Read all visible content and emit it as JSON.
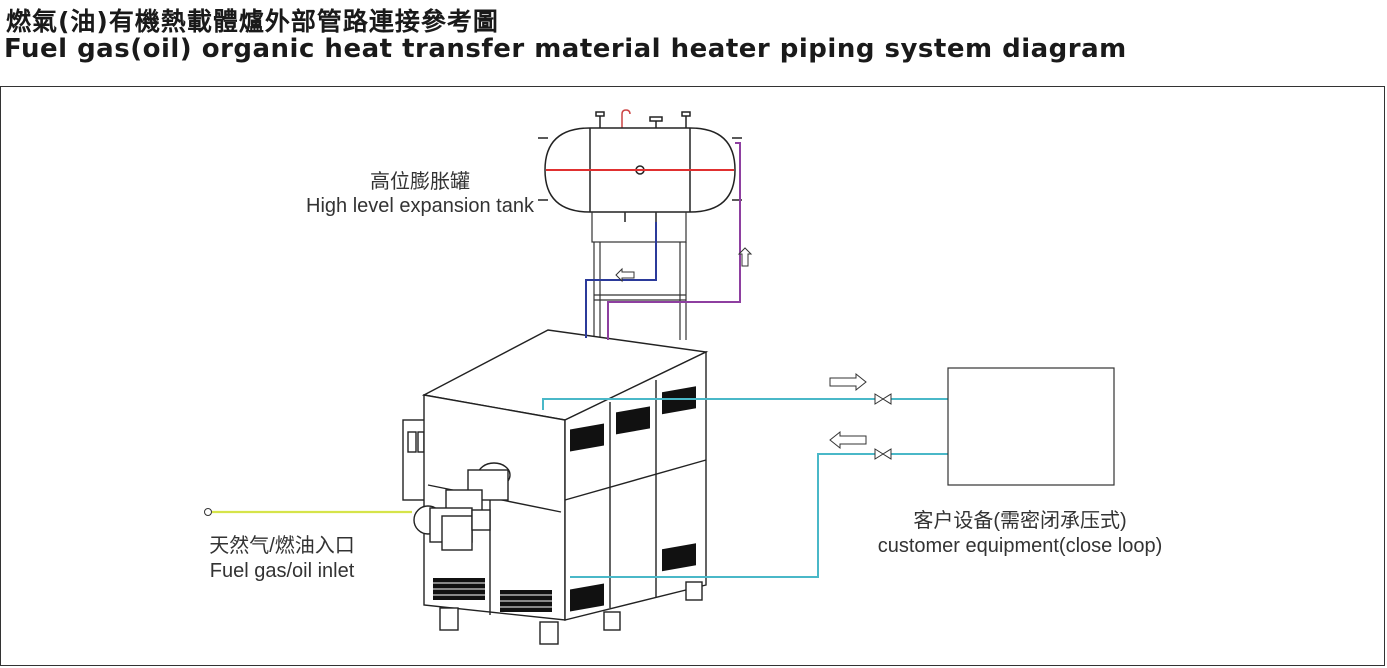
{
  "header": {
    "title_cn": "燃氣(油)有機熱載體爐外部管路連接參考圖",
    "title_en": "Fuel gas(oil) organic heat transfer material heater piping system diagram"
  },
  "labels": {
    "tank_cn": "高位膨胀罐",
    "tank_en": "High level expansion tank",
    "fuel_cn": "天然气/燃油入口",
    "fuel_en": "Fuel gas/oil inlet",
    "customer_cn": "客户设备(需密闭承压式)",
    "customer_en": "customer equipment(close loop)"
  },
  "colors": {
    "supply_line": "#4ab8c8",
    "fuel_line": "#d6e44a",
    "tank_return": "#2b3a9a",
    "tank_expansion": "#8e3fa0",
    "tank_level": "#e03030"
  }
}
